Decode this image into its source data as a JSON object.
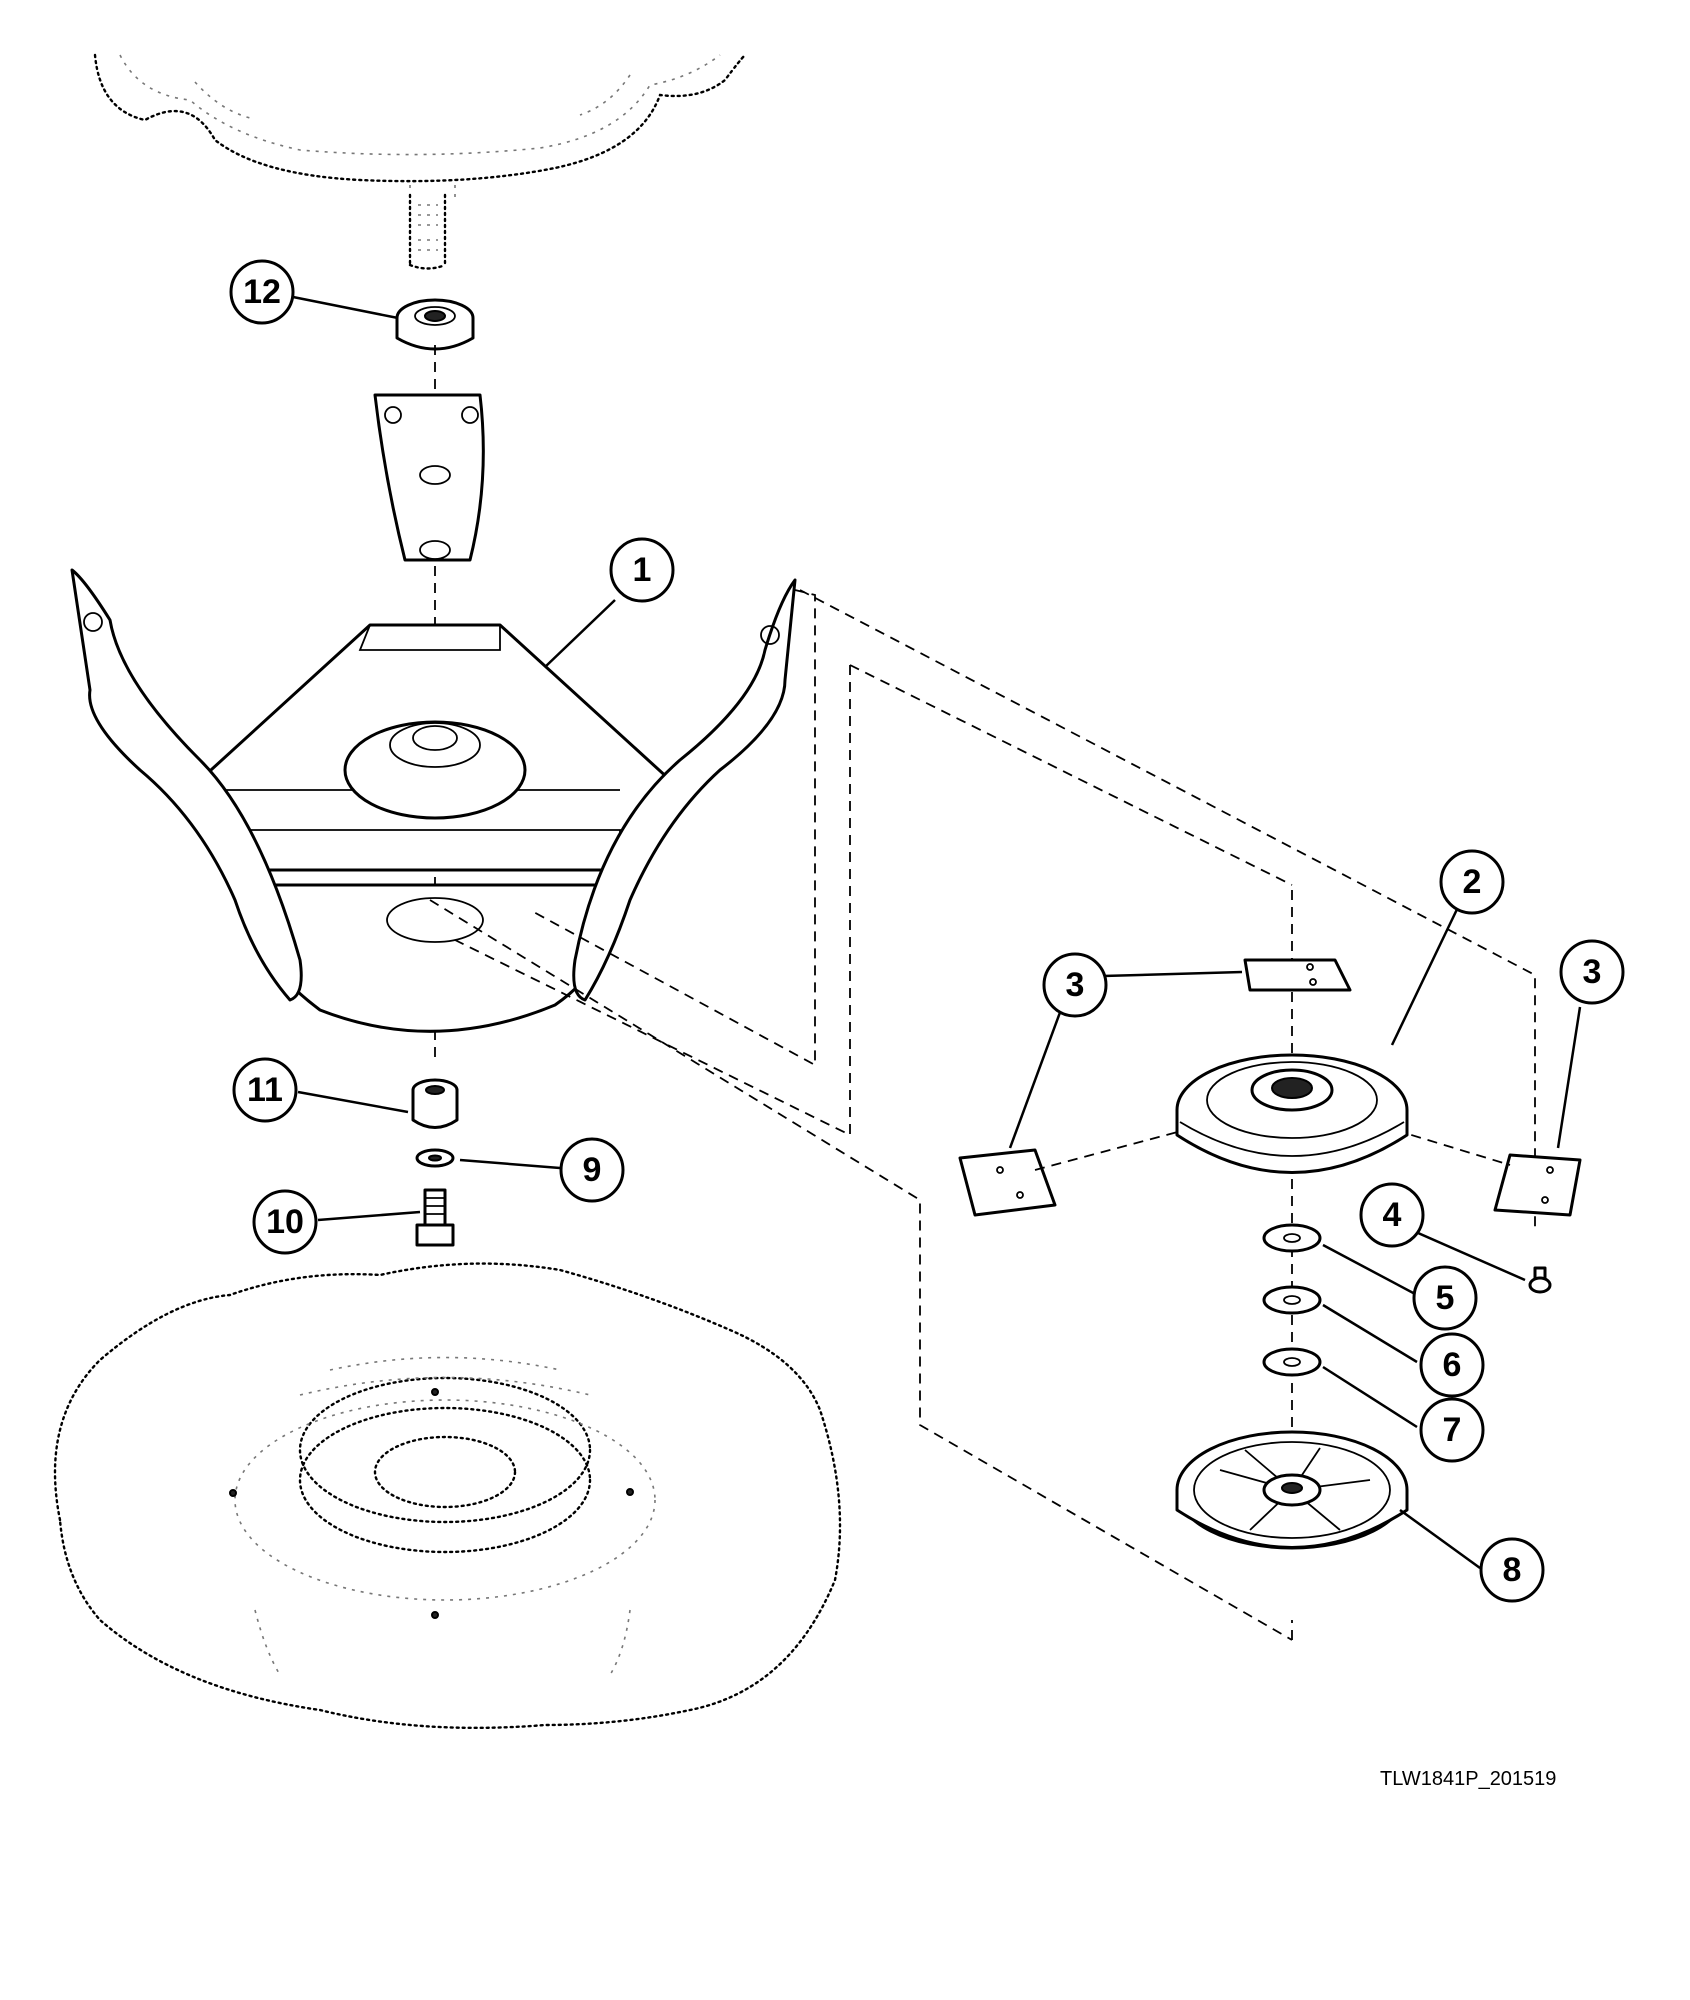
{
  "figure": {
    "reference_code": "TLW1841P_201519"
  },
  "callouts": [
    {
      "id": "c1",
      "label": "1"
    },
    {
      "id": "c2",
      "label": "2"
    },
    {
      "id": "c3a",
      "label": "3"
    },
    {
      "id": "c3b",
      "label": "3"
    },
    {
      "id": "c4",
      "label": "4"
    },
    {
      "id": "c5",
      "label": "5"
    },
    {
      "id": "c6",
      "label": "6"
    },
    {
      "id": "c7",
      "label": "7"
    },
    {
      "id": "c8",
      "label": "8"
    },
    {
      "id": "c9",
      "label": "9"
    },
    {
      "id": "c10",
      "label": "10"
    },
    {
      "id": "c11",
      "label": "11"
    },
    {
      "id": "c12",
      "label": "12"
    }
  ]
}
